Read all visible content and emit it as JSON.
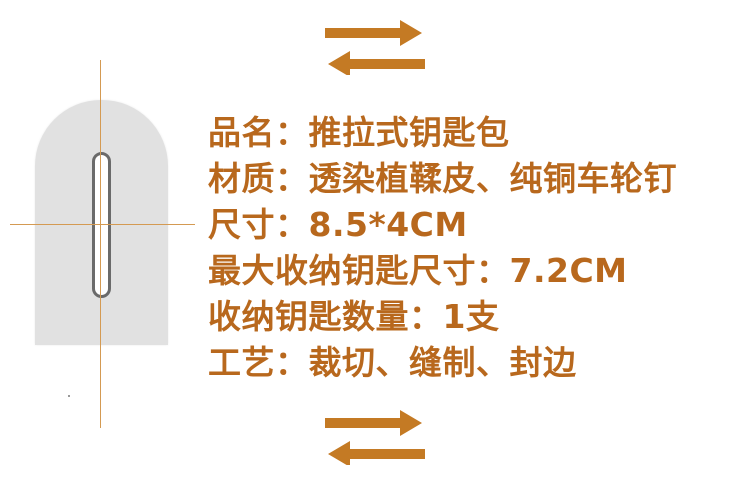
{
  "colors": {
    "text": "#b8681d",
    "arrow": "#c47a24",
    "guide": "#d49a52",
    "pouch": "#e1e1e1",
    "slot_outline": "#6a6a6a"
  },
  "icons": {
    "top": "left-right-arrows-icon",
    "bottom": "left-right-arrows-icon"
  },
  "specs": [
    "品名：推拉式钥匙包",
    "材质：透染植鞣皮、纯铜车轮钉",
    "尺寸：8.5*4CM",
    "最大收纳钥匙尺寸：7.2CM",
    "收纳钥匙数量：1支",
    "工艺：裁切、缝制、封边"
  ]
}
